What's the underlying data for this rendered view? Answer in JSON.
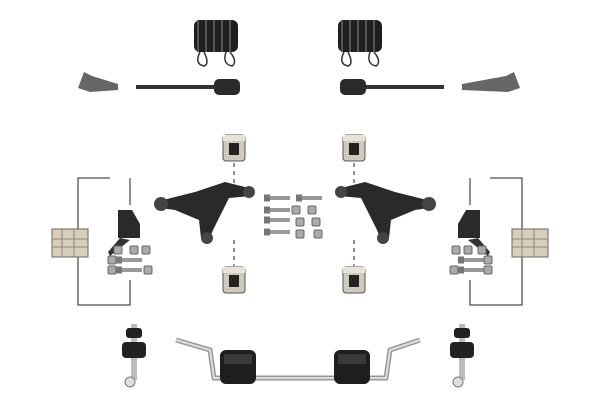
{
  "colors": {
    "background": "#ffffff",
    "part_dark": "#2a2a2a",
    "part_mid": "#5a5a5a",
    "part_light": "#b8b8b8",
    "bushing": "#c9c4b8",
    "bolt": "#9a9a9a",
    "bracket_line": "#222222",
    "sway_bar": "#c8c8c8"
  },
  "parts": [
    "steering-boot",
    "tie-rod-end",
    "inner-tie-rod",
    "control-arm-bushing",
    "lower-control-arm",
    "ball-joint",
    "bolt-kit",
    "stabilizer-link",
    "sway-bar",
    "sway-bar-bushing",
    "rubber-mount"
  ]
}
